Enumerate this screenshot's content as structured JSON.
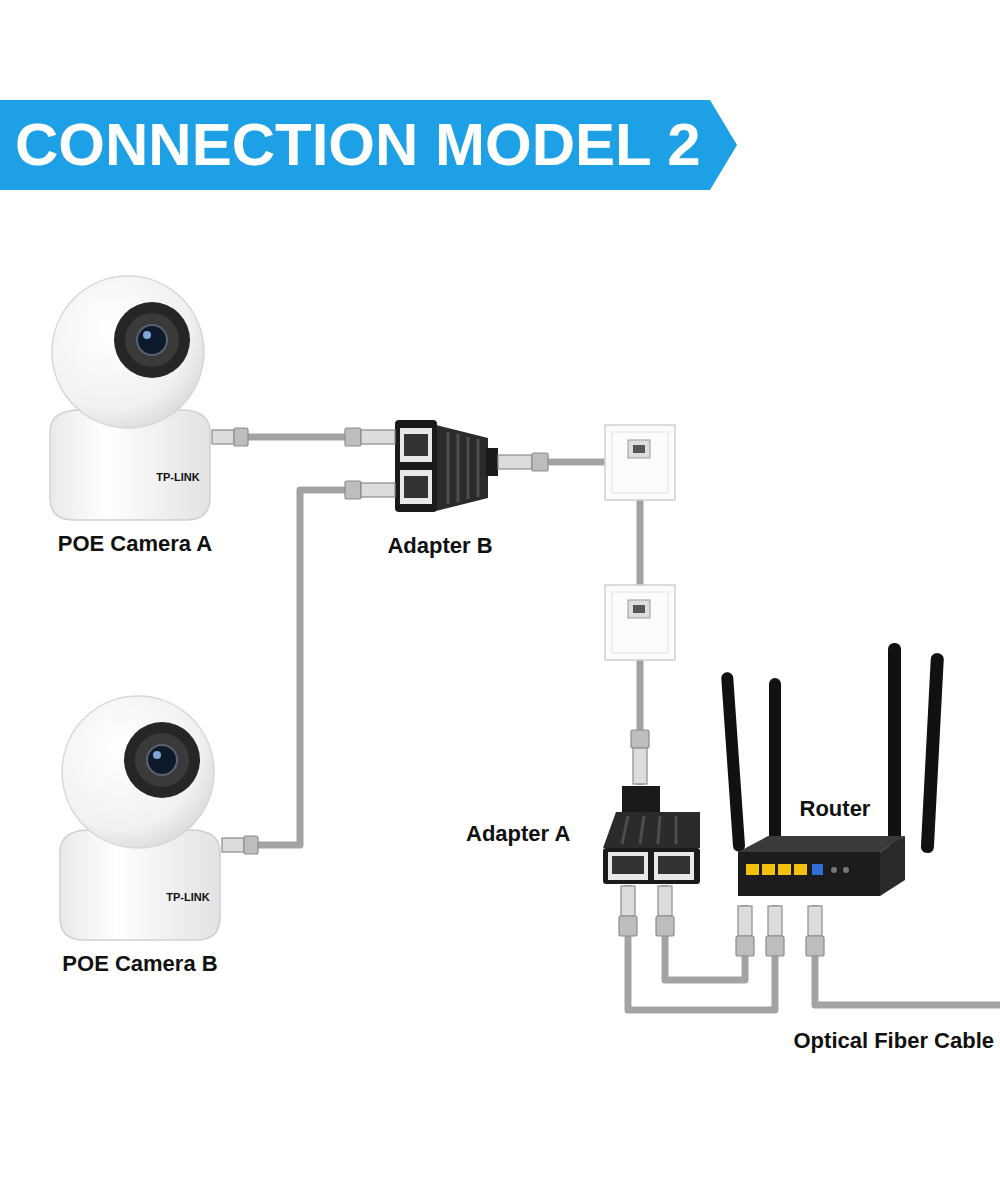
{
  "diagram": {
    "title": "CONNECTION MODEL 2",
    "nodes": [
      {
        "text": [
          "POE Camera A"
        ]
      },
      {
        "text": [
          "Adapter B"
        ]
      },
      {
        "text": [
          "POE Camera B"
        ]
      },
      {
        "text": [
          "Adapter A"
        ]
      },
      {
        "text": [
          "Router"
        ]
      }
    ],
    "edges": [
      {
        "from": 0,
        "to": 1,
        "arrow": "none"
      },
      {
        "from": 2,
        "to": 1,
        "arrow": "none"
      },
      {
        "from": 1,
        "to": 3,
        "arrow": "none"
      },
      {
        "from": 3,
        "to": 4,
        "arrow": "none"
      },
      {
        "from": 3,
        "to": 4,
        "arrow": "none"
      }
    ],
    "labels": [
      "TP-LINK",
      "TP-LINK",
      "Optical Fiber Cable"
    ]
  }
}
